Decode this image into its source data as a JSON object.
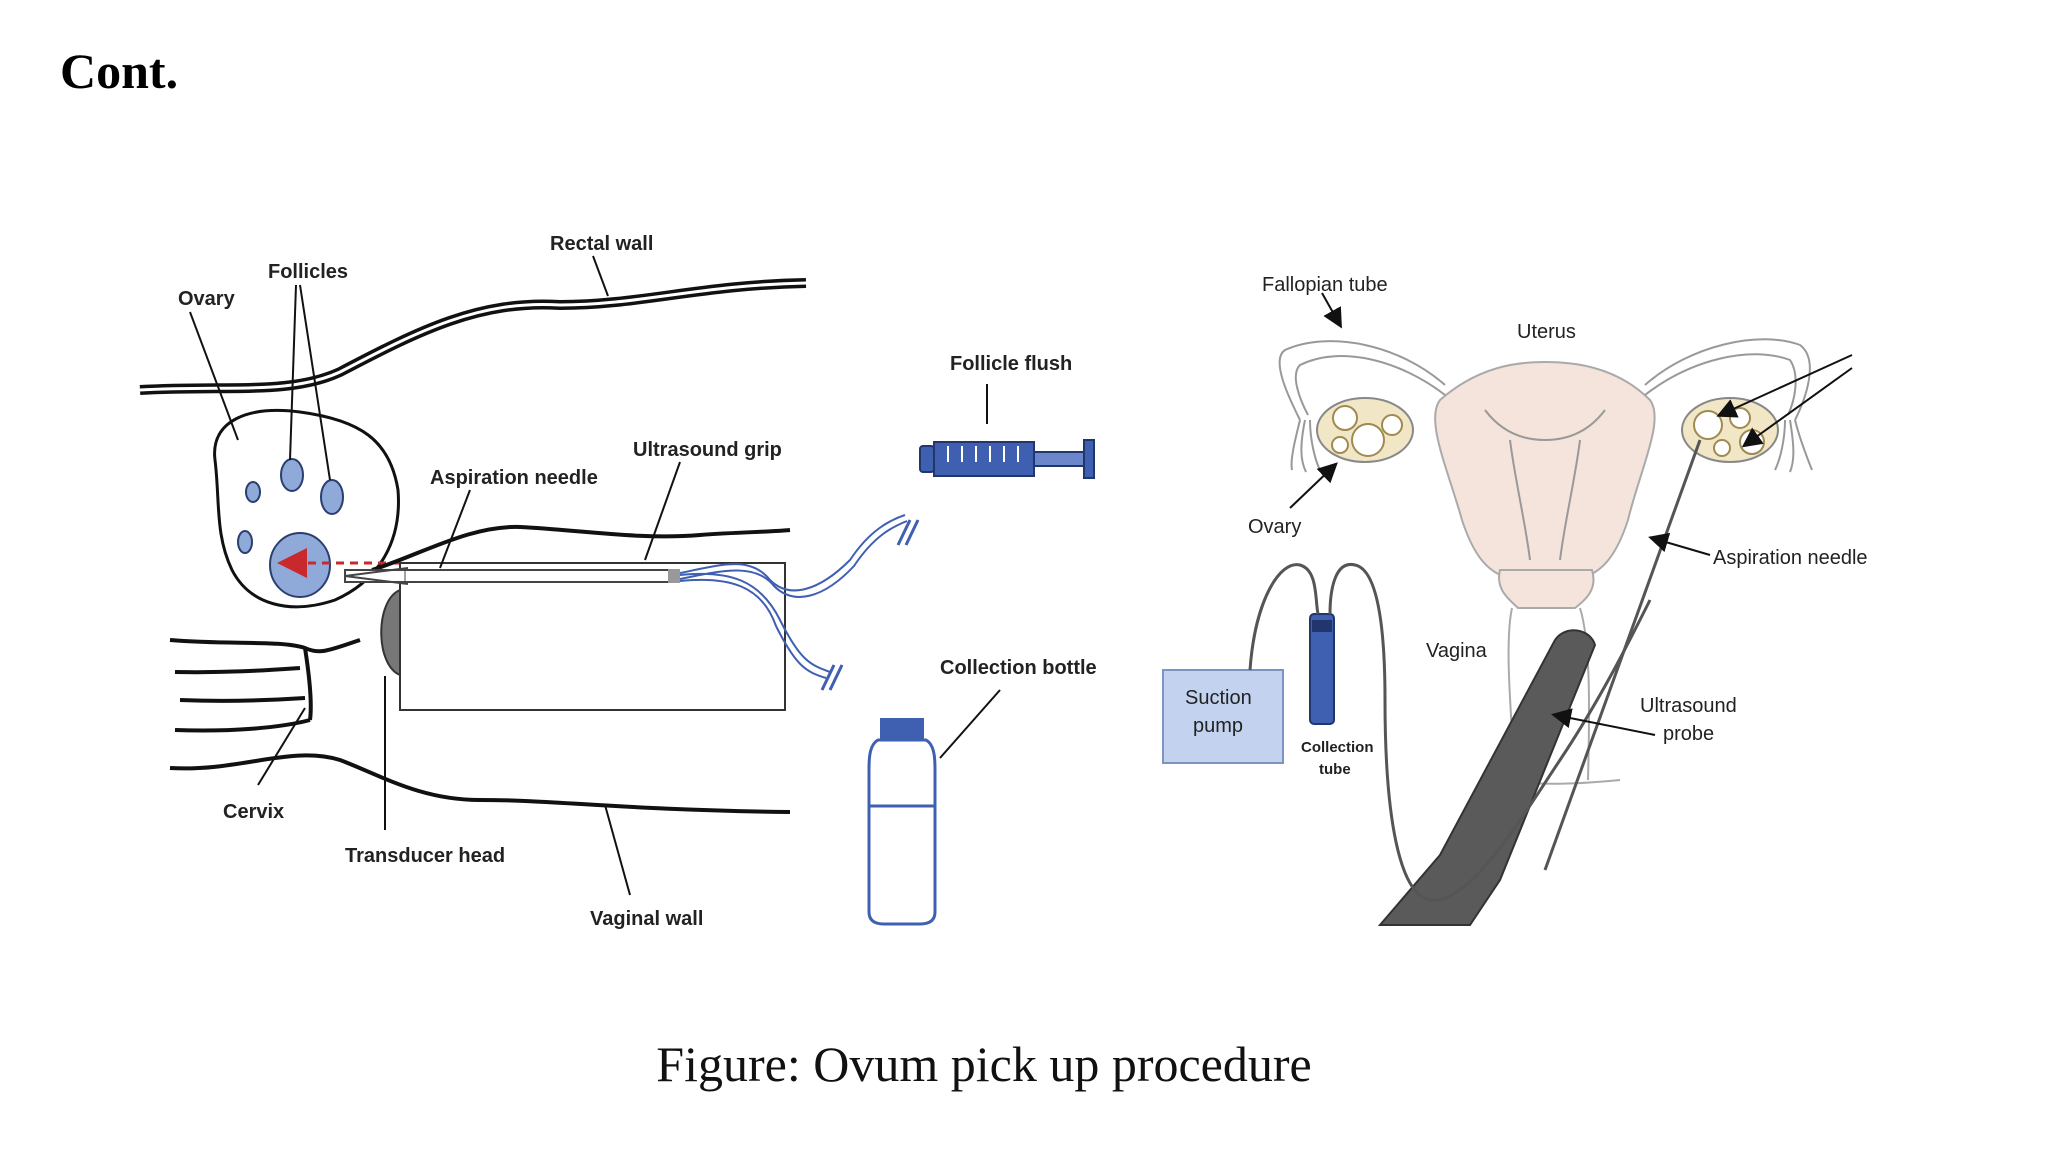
{
  "slide": {
    "title": "Cont.",
    "caption": "Figure: Ovum pick up procedure"
  },
  "left_diagram": {
    "labels": {
      "rectal_wall": "Rectal wall",
      "follicles": "Follicles",
      "ovary": "Ovary",
      "aspiration_needle": "Aspiration needle",
      "ultrasound_grip": "Ultrasound grip",
      "follicle_flush": "Follicle flush",
      "collection_bottle": "Collection bottle",
      "cervix": "Cervix",
      "transducer_head": "Transducer head",
      "vaginal_wall": "Vaginal  wall"
    }
  },
  "right_diagram": {
    "labels": {
      "fallopian_tube": "Fallopian tube",
      "uterus": "Uterus",
      "ovary": "Ovary",
      "aspiration_needle": "Aspiration needle",
      "vagina": "Vagina",
      "ultrasound_probe_1": "Ultrasound",
      "ultrasound_probe_2": "probe",
      "suction_pump_1": "Suction",
      "suction_pump_2": "pump",
      "collection_tube_1": "Collection",
      "collection_tube_2": "tube"
    }
  },
  "colors": {
    "follicle_blue": "#8fa9d9",
    "device_blue": "#3f5fb0",
    "uterus_fill": "#f4e4dc",
    "suction_pump_fill": "#c3d3ef",
    "probe_gray": "#5a5a5a"
  }
}
